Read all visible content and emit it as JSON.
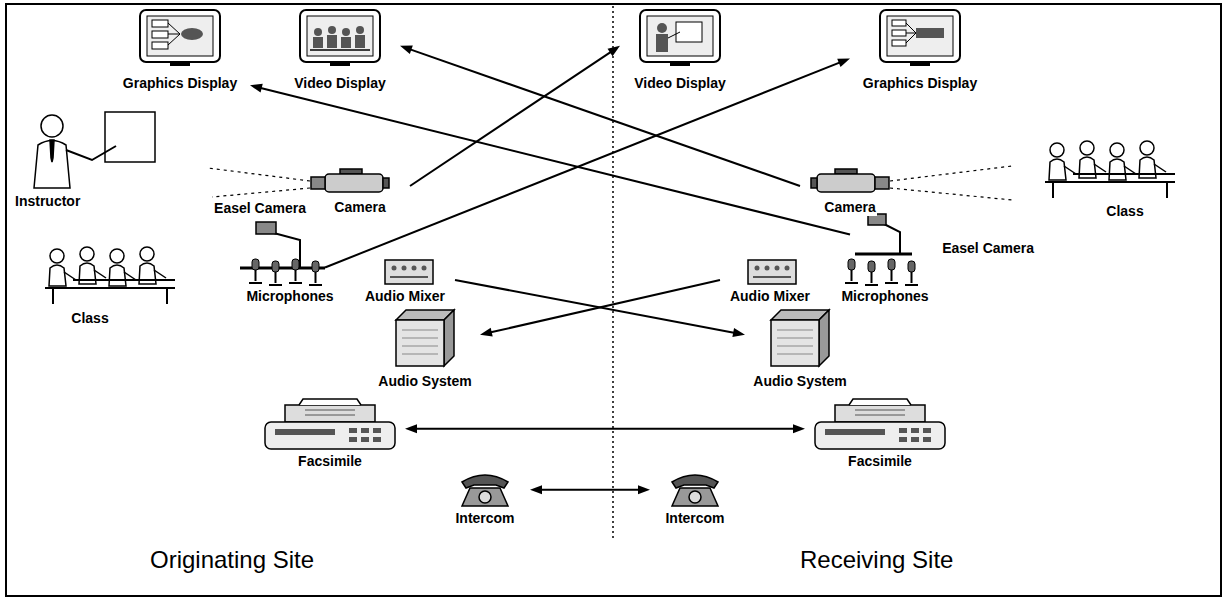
{
  "diagram": {
    "nodes": [
      {
        "text": [
          "Graphics Display"
        ]
      },
      {
        "text": [
          "Video Display"
        ]
      },
      {
        "text": [
          "Video Display"
        ]
      },
      {
        "text": [
          "Graphics Display"
        ]
      },
      {
        "text": [
          "Instructor"
        ]
      },
      {
        "text": [
          "Camera"
        ]
      },
      {
        "text": [
          "Camera"
        ]
      },
      {
        "text": [
          "Class"
        ]
      },
      {
        "text": [
          "Easel Camera"
        ]
      },
      {
        "text": [
          "Easel Camera"
        ]
      },
      {
        "text": [
          "Class"
        ]
      },
      {
        "text": [
          "Microphones"
        ]
      },
      {
        "text": [
          "Audio Mixer"
        ]
      },
      {
        "text": [
          "Audio Mixer"
        ]
      },
      {
        "text": [
          "Microphones"
        ]
      },
      {
        "text": [
          "Audio System"
        ]
      },
      {
        "text": [
          "Audio System"
        ]
      },
      {
        "text": [
          "Facsimile"
        ]
      },
      {
        "text": [
          "Facsimile"
        ]
      },
      {
        "text": [
          "Intercom"
        ]
      },
      {
        "text": [
          "Intercom"
        ]
      }
    ],
    "edges": [
      {
        "from": 5,
        "to": 2,
        "arrow": "to"
      },
      {
        "from": 6,
        "to": 1,
        "arrow": "to"
      },
      {
        "from": 8,
        "to": 3,
        "arrow": "to"
      },
      {
        "from": 9,
        "to": 0,
        "arrow": "to"
      },
      {
        "from": 12,
        "to": 16,
        "arrow": "to"
      },
      {
        "from": 13,
        "to": 15,
        "arrow": "to"
      },
      {
        "from": 17,
        "to": 18,
        "arrow": "both"
      },
      {
        "from": 19,
        "to": 20,
        "arrow": "both"
      }
    ],
    "labels": [
      "Originating Site",
      "Receiving Site"
    ]
  }
}
